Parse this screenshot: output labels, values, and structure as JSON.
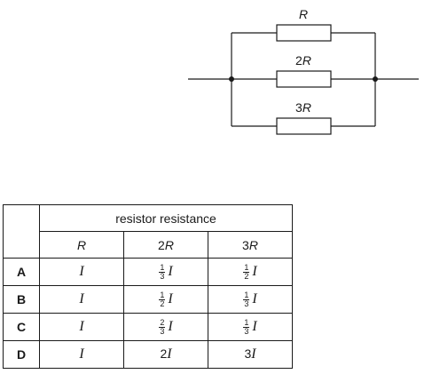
{
  "circuit": {
    "resistor_labels": [
      {
        "name": "R",
        "text": "R"
      },
      {
        "name": "2R",
        "prefix": "2",
        "sym": "R"
      },
      {
        "name": "3R",
        "prefix": "3",
        "sym": "R"
      }
    ]
  },
  "table": {
    "group_header": "resistor resistance",
    "columns": [
      {
        "prefix": "",
        "sym": "R"
      },
      {
        "prefix": "2",
        "sym": "R"
      },
      {
        "prefix": "3",
        "sym": "R"
      }
    ],
    "rows": [
      {
        "key": "A",
        "cells": [
          {
            "type": "plain",
            "text": "I"
          },
          {
            "type": "frac",
            "num": "1",
            "den": "3",
            "text": "I"
          },
          {
            "type": "frac",
            "num": "1",
            "den": "2",
            "text": "I"
          }
        ]
      },
      {
        "key": "B",
        "cells": [
          {
            "type": "plain",
            "text": "I"
          },
          {
            "type": "frac",
            "num": "1",
            "den": "2",
            "text": "I"
          },
          {
            "type": "frac",
            "num": "1",
            "den": "3",
            "text": "I"
          }
        ]
      },
      {
        "key": "C",
        "cells": [
          {
            "type": "plain",
            "text": "I"
          },
          {
            "type": "frac",
            "num": "2",
            "den": "3",
            "text": "I"
          },
          {
            "type": "frac",
            "num": "1",
            "den": "3",
            "text": "I"
          }
        ]
      },
      {
        "key": "D",
        "cells": [
          {
            "type": "plain",
            "text": "I"
          },
          {
            "type": "coef",
            "coef": "2",
            "text": "I"
          },
          {
            "type": "coef",
            "coef": "3",
            "text": "I"
          }
        ]
      }
    ]
  }
}
